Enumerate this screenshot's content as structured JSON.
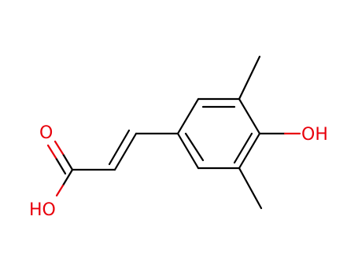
{
  "molecule": {
    "atom_labels": {
      "phenol_oh": "OH",
      "carbonyl_o": "O",
      "acid_ho": "HO"
    },
    "colors": {
      "carbon_bond": "#000000",
      "oxygen": "#e8000b",
      "background": "#ffffff"
    }
  }
}
